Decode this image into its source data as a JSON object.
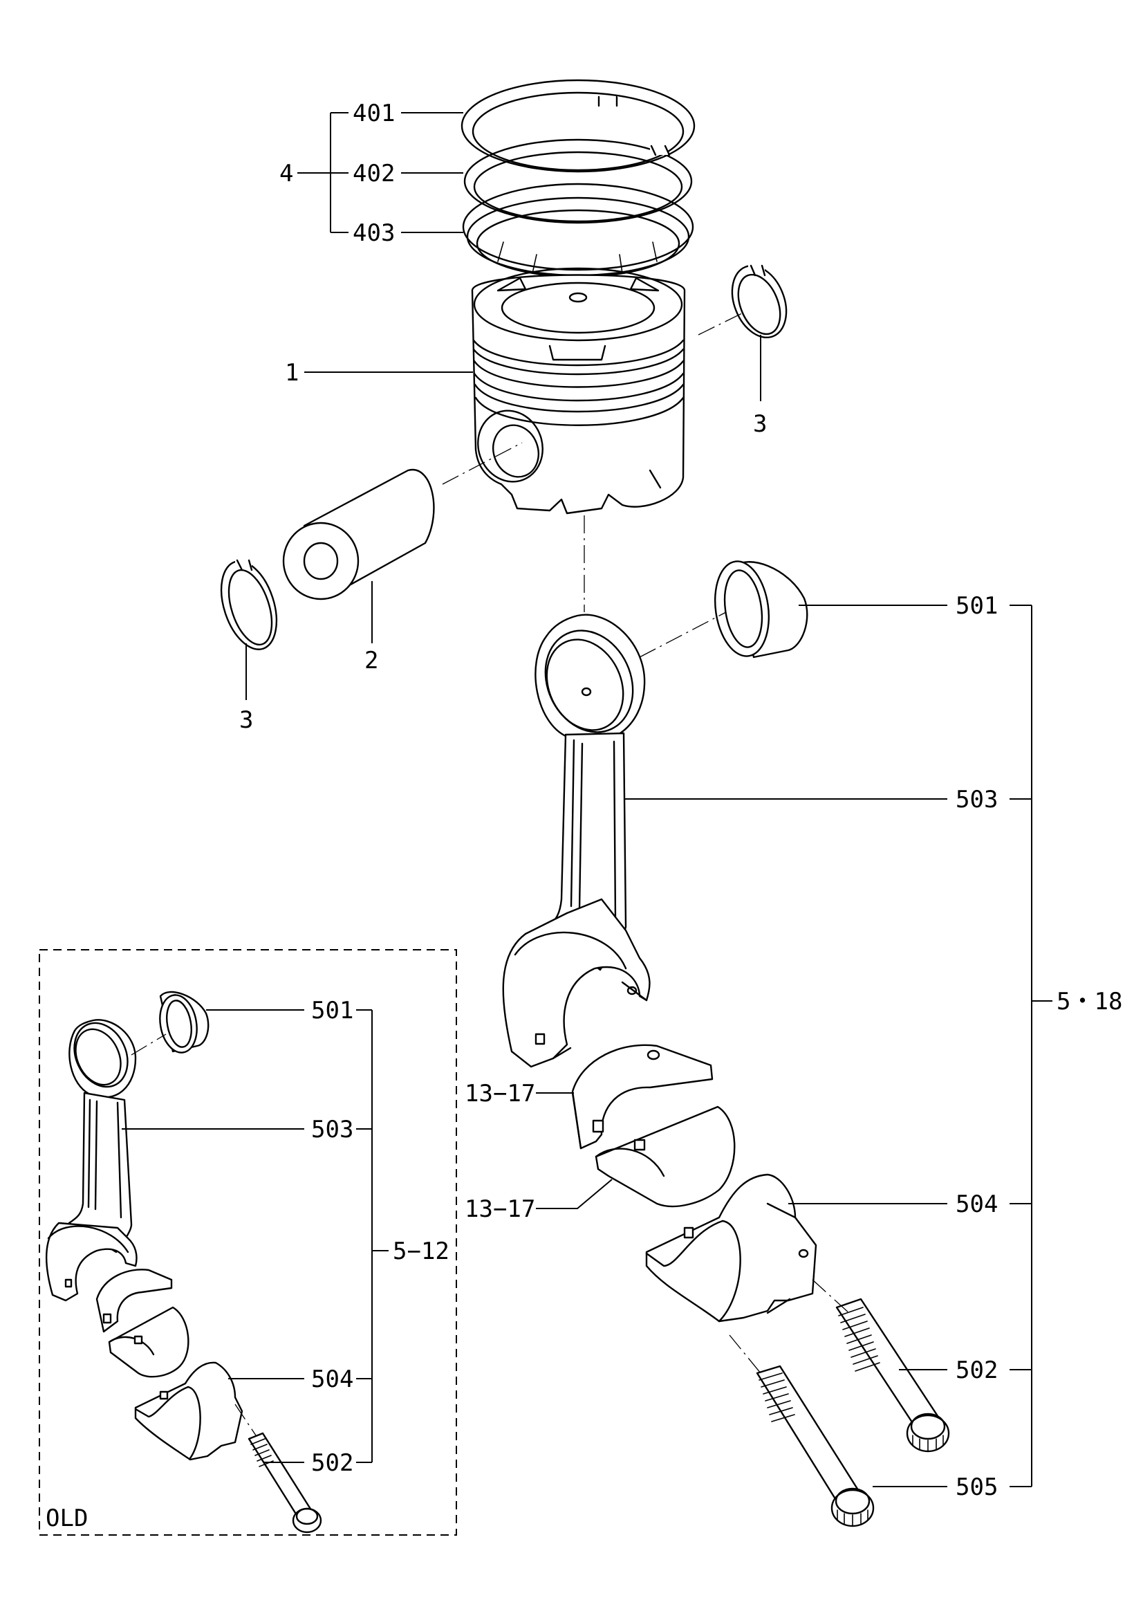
{
  "callouts": {
    "c401": "401",
    "c402": "402",
    "c403": "403",
    "c4": "4",
    "c1": "1",
    "c3_right": "3",
    "c2": "2",
    "c3_left": "3",
    "c501": "501",
    "c503": "503",
    "c5_18": "5・18",
    "c13_17_upper": "13−17",
    "c13_17_lower": "13−17",
    "c504": "504",
    "c502": "502",
    "c505": "505"
  },
  "old_box": {
    "label": "OLD",
    "c501": "501",
    "c503": "503",
    "c5_12": "5−12",
    "c504": "504",
    "c502": "502"
  },
  "icons": {
    "piston": "piston-icon",
    "piston_rings": "piston-ring-icon",
    "piston_pin": "piston-pin-icon",
    "snap_ring": "snap-ring-icon",
    "connecting_rod": "connecting-rod-icon",
    "bushing": "bushing-icon",
    "bearing_shell": "bearing-shell-icon",
    "rod_cap": "rod-cap-icon",
    "bolt": "bolt-icon"
  }
}
